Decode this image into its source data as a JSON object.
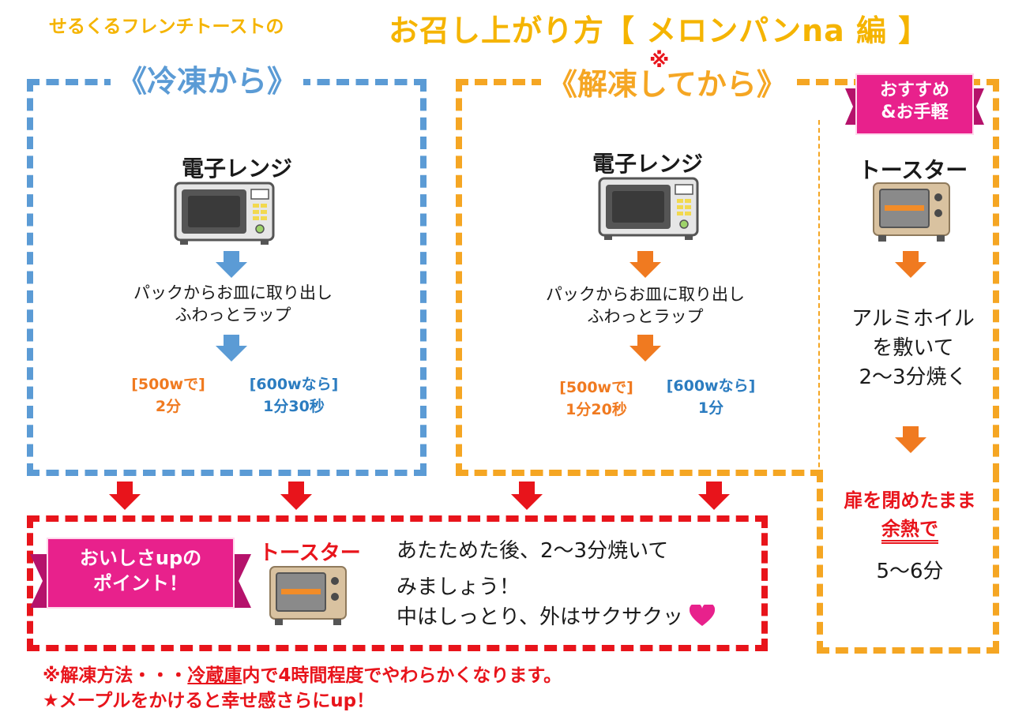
{
  "header": {
    "subtitle": "せるくるフレンチトーストの",
    "title": "お召し上がり方【 メロンパンna 編 】"
  },
  "frozen": {
    "title": "《冷凍から》",
    "device": "電子レンジ",
    "step1": "パックからお皿に取り出し",
    "step2": "ふわっとラップ",
    "w500_label": "[500wで]",
    "w500_time": "2分",
    "w600_label": "[600wなら]",
    "w600_time": "1分30秒"
  },
  "thawed": {
    "title": "《解凍してから》",
    "mark": "※",
    "device": "電子レンジ",
    "step1": "パックからお皿に取り出し",
    "step2": "ふわっとラップ",
    "w500_label": "[500wで]",
    "w500_time": "1分20秒",
    "w600_label": "[600wなら]",
    "w600_time": "1分"
  },
  "recommend": {
    "ribbon_line1": "おすすめ",
    "ribbon_line2": "&お手軽",
    "device": "トースター",
    "step1_line1": "アルミホイル",
    "step1_line2": "を敷いて",
    "step1_line3": "2～3分焼く",
    "step2_line1": "扉を閉めたまま",
    "step2_line2": "余熱で",
    "step2_time": "5～6分"
  },
  "point": {
    "ribbon_line1": "おいしさupの",
    "ribbon_line2": "ポイント！",
    "device": "トースター",
    "line1": "あたためた後、2～3分焼いて",
    "line2": "みましょう！",
    "line3": "中はしっとり、外はサクサクッ"
  },
  "notes": {
    "note1_prefix": "※解凍方法・・・",
    "note1_underlined": "冷蔵庫",
    "note1_suffix": "内で4時間程度でやわらかくなります。",
    "note2": "★メープルをかけると幸せ感さらにup！"
  },
  "colors": {
    "blue": "#5b9bd5",
    "orange": "#f5a623",
    "red": "#e8141b",
    "pink": "#e8218c",
    "yellow": "#f5b400"
  },
  "icons": [
    "microwave-icon",
    "toaster-icon",
    "arrow-down-icon",
    "heart-icon",
    "ribbon-banner"
  ]
}
